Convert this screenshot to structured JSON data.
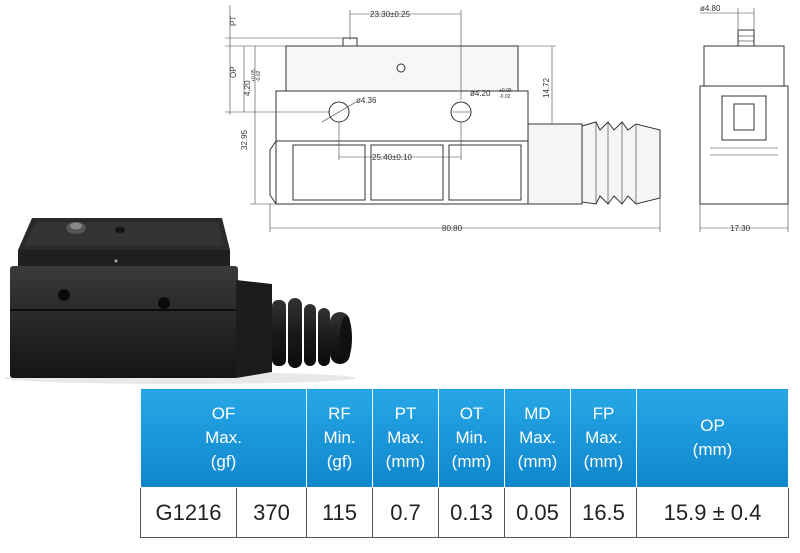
{
  "drawing": {
    "dims": {
      "pt": "PT",
      "op": "OP",
      "w_23_30": "23.30±0.25",
      "h_14_72": "14.72",
      "d_4_36": "ø4.36",
      "d_4_20_right": "ø4.20",
      "tol_right_upper": "+0.05",
      "tol_right_lower": "-0.02",
      "h_4_20_left": "4.20",
      "tol_left_upper": "+0.05",
      "tol_left_lower": "-0.02",
      "w_25_40": "25.40±0.10",
      "h_32_95": "32.95",
      "w_80_80": "80.80",
      "d_4_80": "ø4.80",
      "w_17_30": "17.30"
    }
  },
  "table": {
    "headers": [
      [
        "OF",
        "Max.",
        "(gf)"
      ],
      [
        "RF",
        "Min.",
        "(gf)"
      ],
      [
        "PT",
        "Max.",
        "(mm)"
      ],
      [
        "OT",
        "Min.",
        "(mm)"
      ],
      [
        "MD",
        "Max.",
        "(mm)"
      ],
      [
        "FP",
        "Max.",
        "(mm)"
      ],
      [
        "OP",
        "(mm)"
      ]
    ],
    "row": [
      "G1216",
      "370",
      "115",
      "0.7",
      "0.13",
      "0.05",
      "16.5",
      "15.9 ± 0.4"
    ]
  },
  "colors": {
    "header_blue": "#1896d9",
    "product_black": "#1c1c1c"
  }
}
